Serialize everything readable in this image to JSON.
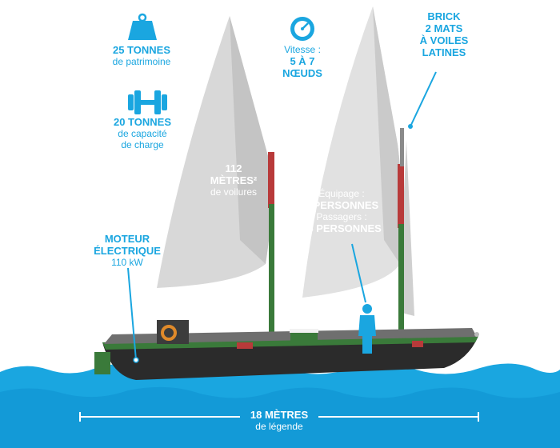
{
  "colors": {
    "accent": "#1aa6e0",
    "sail": "#d9d9d9",
    "mast_green": "#3a7a3a",
    "mast_red": "#b83a3a",
    "hull": "#2a2a2a",
    "deck": "#6f6f6f",
    "sea": "#1aa6e0"
  },
  "stats": {
    "patrimoine": {
      "value": "25 TONNES",
      "label": "de patrimoine",
      "icon": "weight-icon"
    },
    "capacite": {
      "value": "20 TONNES",
      "label_line1": "de capacité",
      "label_line2": "de charge",
      "icon": "dumbbell-icon"
    },
    "vitesse": {
      "label": "Vitesse :",
      "value_line1": "5 À 7",
      "value_line2": "NŒUDS",
      "icon": "speedometer-icon"
    },
    "type": {
      "line1": "BRICK",
      "line2": "2 MATS",
      "line3": "À VOILES",
      "line4": "LATINES"
    },
    "moteur": {
      "line1": "MOTEUR",
      "line2": "ÉLECTRIQUE",
      "line3": "110 kW"
    },
    "voilure": {
      "value_line1": "112",
      "value_line2": "MÈTRES²",
      "label": "de voilures"
    },
    "equipage": {
      "label1": "Équipage :",
      "value1": "5 PERSONNES",
      "label2": "Passagers :",
      "value2": "35 PERSONNES"
    },
    "longueur": {
      "value": "18 MÈTRES",
      "label": "de légende"
    }
  }
}
